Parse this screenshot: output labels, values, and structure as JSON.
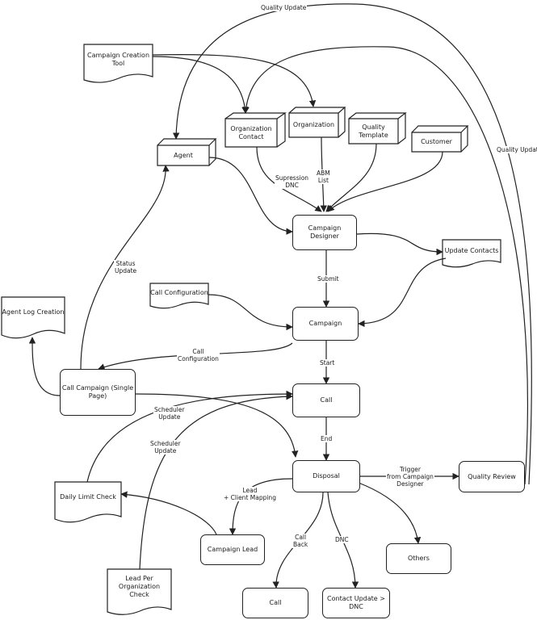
{
  "nodes": {
    "campaign_creation_tool": "Campaign Creation\nTool",
    "organization_contact": "Organization\nContact",
    "organization": "Organization",
    "quality_template": "Quality\nTemplate",
    "customer": "Customer",
    "agent": "Agent",
    "campaign_designer": "Campaign Designer",
    "update_contacts": "Update Contacts",
    "call_configuration": "Call Configuration",
    "campaign": "Campaign",
    "agent_log_creation": "Agent Log Creation",
    "call_campaign": "Call Campaign (Single Page)",
    "call": "Call",
    "disposal": "Disposal",
    "quality_review": "Quality Review",
    "daily_limit_check": "Daily Limit Check",
    "campaign_lead": "Campaign Lead",
    "others": "Others",
    "lead_per_org_check": "Lead Per Organization\nCheck",
    "call_final": "Call",
    "contact_update_dnc": "Contact Update >\nDNC"
  },
  "edge_labels": {
    "quality_update_top": "Quality Update",
    "quality_update_right": "Quality Update",
    "supression_dnc": "Supression\nDNC",
    "abm_list": "ABM\nList",
    "submit": "Submit",
    "status_update": "Status\nUpdate",
    "call_configuration": "Call\nConfiguration",
    "start": "Start",
    "scheduler_update_1": "Scheduler\nUpdate",
    "scheduler_update_2": "Scheduler\nUpdate",
    "end": "End",
    "trigger": "Trigger\nfrom Campaign\nDesigner",
    "lead_client_mapping": "Lead\n+ Client Mapping",
    "call_back": "Call\nBack",
    "dnc": "DNC"
  }
}
